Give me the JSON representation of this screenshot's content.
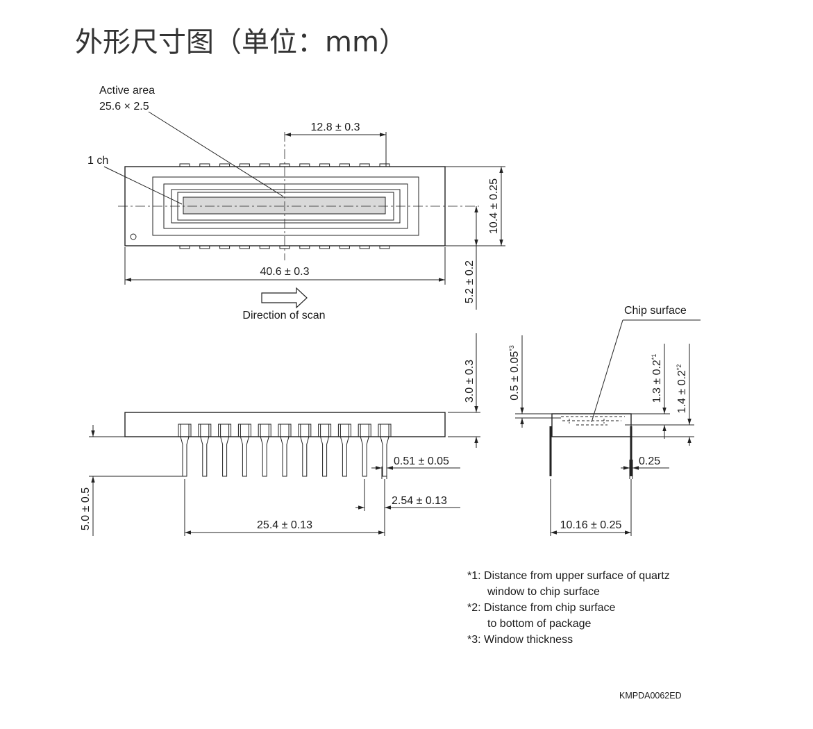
{
  "title": "外形尺寸图（单位：mm）",
  "top_view": {
    "active_area_label": "Active area",
    "active_area_size": "25.6 × 2.5",
    "ch1_label": "1 ch",
    "dim_center_offset": "12.8 ± 0.3",
    "dim_length": "40.6 ± 0.3",
    "dim_width": "10.4 ± 0.25",
    "dim_center_height": "5.2 ± 0.2",
    "scan_direction_label": "Direction of scan"
  },
  "side_view": {
    "dim_body_height": "3.0 ± 0.3",
    "dim_lead_width": "0.51 ± 0.05",
    "dim_pitch": "2.54 ± 0.13",
    "dim_pin_span": "25.4 ± 0.13",
    "dim_lead_length": "5.0 ± 0.5",
    "pin_count": 11
  },
  "end_view": {
    "chip_surface_label": "Chip surface",
    "dim_window_thickness": "0.5 ± 0.05",
    "dim_window_thickness_note": "*3",
    "dim_window_to_chip": "1.3 ± 0.2",
    "dim_window_to_chip_note": "*1",
    "dim_chip_to_bottom": "1.4 ± 0.2",
    "dim_chip_to_bottom_note": "*2",
    "dim_lead_thickness": "0.25",
    "dim_row_spacing": "10.16 ± 0.25"
  },
  "notes": [
    "*1: Distance from upper surface of quartz",
    "window to chip surface",
    "*2: Distance from chip surface",
    "to bottom of package",
    "*3: Window thickness"
  ],
  "drawing_code": "KMPDA0062ED"
}
